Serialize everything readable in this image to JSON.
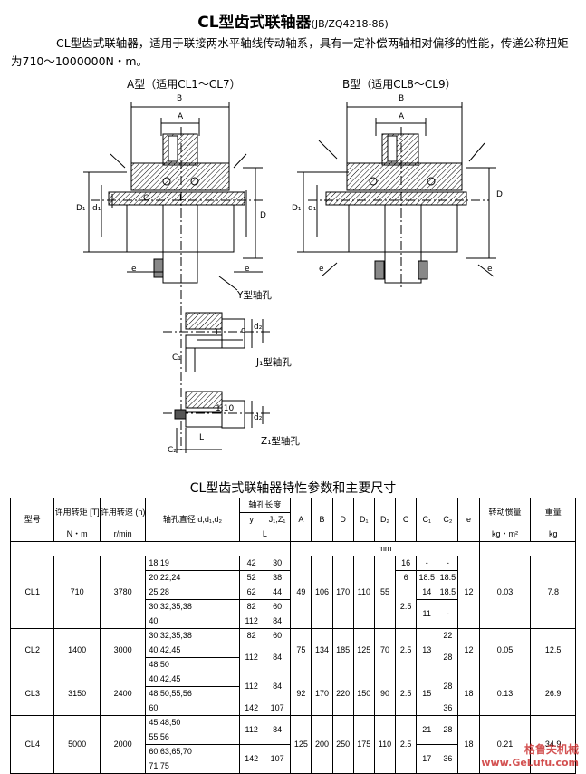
{
  "title": "CL型齿式联轴器",
  "standard": "(JB/ZQ4218-86)",
  "intro": "CL型齿式联轴器，适用于联接两水平轴线传动轴系，具有一定补偿两轴相对偏移的性能，传递公称扭矩为710～1000000N・m。",
  "figures": {
    "type_a": "A型（适用CL1～CL7）",
    "type_b": "B型（适用CL8～CL9）",
    "dims": {
      "A": "A",
      "B": "B",
      "C": "C",
      "D": "D",
      "D1": "D₁",
      "d1": "d₁",
      "L": "L",
      "e": "e",
      "d2": "d₂",
      "d": "d",
      "C1": "C₁",
      "C2": "C₂"
    },
    "y_hole": "Y型轴孔",
    "j1_hole": "J₁型轴孔",
    "z1_hole": "Z₁型轴孔",
    "taper": "1:10"
  },
  "table_title": "CL型齿式联轴器特性参数和主要尺寸",
  "table": {
    "headers": {
      "model": "型号",
      "torque": "许用转矩 [T]",
      "speed": "许用转速 (n)",
      "bore": "轴孔直径 d,d₁,d₂",
      "length": "轴孔长度",
      "y": "y",
      "jz": "J₁,Z₁",
      "L": "L",
      "A": "A",
      "B": "B",
      "D": "D",
      "D1": "D₁",
      "D2": "D₂",
      "C": "C",
      "C1": "C₁",
      "C2": "C₂",
      "e": "e",
      "inertia": "转动惯量",
      "weight": "重量"
    },
    "units": {
      "torque": "N・m",
      "speed": "r/min",
      "mm": "mm",
      "inertia": "kg・m²",
      "weight": "kg"
    },
    "rows": [
      {
        "model": "CL1",
        "torque": "710",
        "speed": "3780",
        "A": "49",
        "B": "106",
        "D": "170",
        "D1": "110",
        "D2": "55",
        "e": "12",
        "inertia": "0.03",
        "weight": "7.8",
        "sub": [
          {
            "bore": "18,19",
            "y": "42",
            "jz": "30",
            "C": "16",
            "C1": "-",
            "C2": "-"
          },
          {
            "bore": "20,22,24",
            "y": "52",
            "jz": "38",
            "C": "6",
            "C1": "18.5",
            "C2": "18.5"
          },
          {
            "bore": "25,28",
            "y": "62",
            "jz": "44",
            "C": "2.5",
            "C1": "14",
            "C2": "18.5"
          },
          {
            "bore": "30,32,35,38",
            "y": "82",
            "jz": "60",
            "C": "",
            "C1": "11",
            "C2": "-"
          },
          {
            "bore": "40",
            "y": "112",
            "jz": "84",
            "C": "",
            "C1": "",
            "C2": ""
          }
        ]
      },
      {
        "model": "CL2",
        "torque": "1400",
        "speed": "3000",
        "A": "75",
        "B": "134",
        "D": "185",
        "D1": "125",
        "D2": "70",
        "e": "12",
        "inertia": "0.05",
        "weight": "12.5",
        "sub": [
          {
            "bore": "30,32,35,38",
            "y": "82",
            "jz": "60",
            "C": "2.5",
            "C1": "13",
            "C2": "22"
          },
          {
            "bore": "40,42,45",
            "y": "112",
            "jz": "84",
            "C": "",
            "C1": "",
            "C2": "28"
          },
          {
            "bore": "48,50",
            "y": "",
            "jz": "",
            "C": "",
            "C1": "",
            "C2": ""
          }
        ]
      },
      {
        "model": "CL3",
        "torque": "3150",
        "speed": "2400",
        "A": "92",
        "B": "170",
        "D": "220",
        "D1": "150",
        "D2": "90",
        "e": "18",
        "inertia": "0.13",
        "weight": "26.9",
        "sub": [
          {
            "bore": "40,42,45",
            "y": "112",
            "jz": "84",
            "C": "2.5",
            "C1": "15",
            "C2": "28"
          },
          {
            "bore": "48,50,55,56",
            "y": "",
            "jz": "",
            "C": "",
            "C1": "",
            "C2": ""
          },
          {
            "bore": "60",
            "y": "142",
            "jz": "107",
            "C": "",
            "C1": "",
            "C2": "36"
          }
        ]
      },
      {
        "model": "CL4",
        "torque": "5000",
        "speed": "2000",
        "A": "125",
        "B": "200",
        "D": "250",
        "D1": "175",
        "D2": "110",
        "e": "18",
        "inertia": "0.21",
        "weight": "34.9",
        "sub": [
          {
            "bore": "45,48,50",
            "y": "112",
            "jz": "84",
            "C": "2.5",
            "C1": "21",
            "C2": "28"
          },
          {
            "bore": "55,56",
            "y": "",
            "jz": "",
            "C": "",
            "C1": "",
            "C2": ""
          },
          {
            "bore": "60,63,65,70",
            "y": "142",
            "jz": "107",
            "C": "",
            "C1": "17",
            "C2": "36"
          },
          {
            "bore": "71,75",
            "y": "",
            "jz": "",
            "C": "",
            "C1": "",
            "C2": ""
          }
        ]
      }
    ]
  },
  "watermark": {
    "text": "格鲁夫机械",
    "url": "www.GeLufu.com"
  }
}
